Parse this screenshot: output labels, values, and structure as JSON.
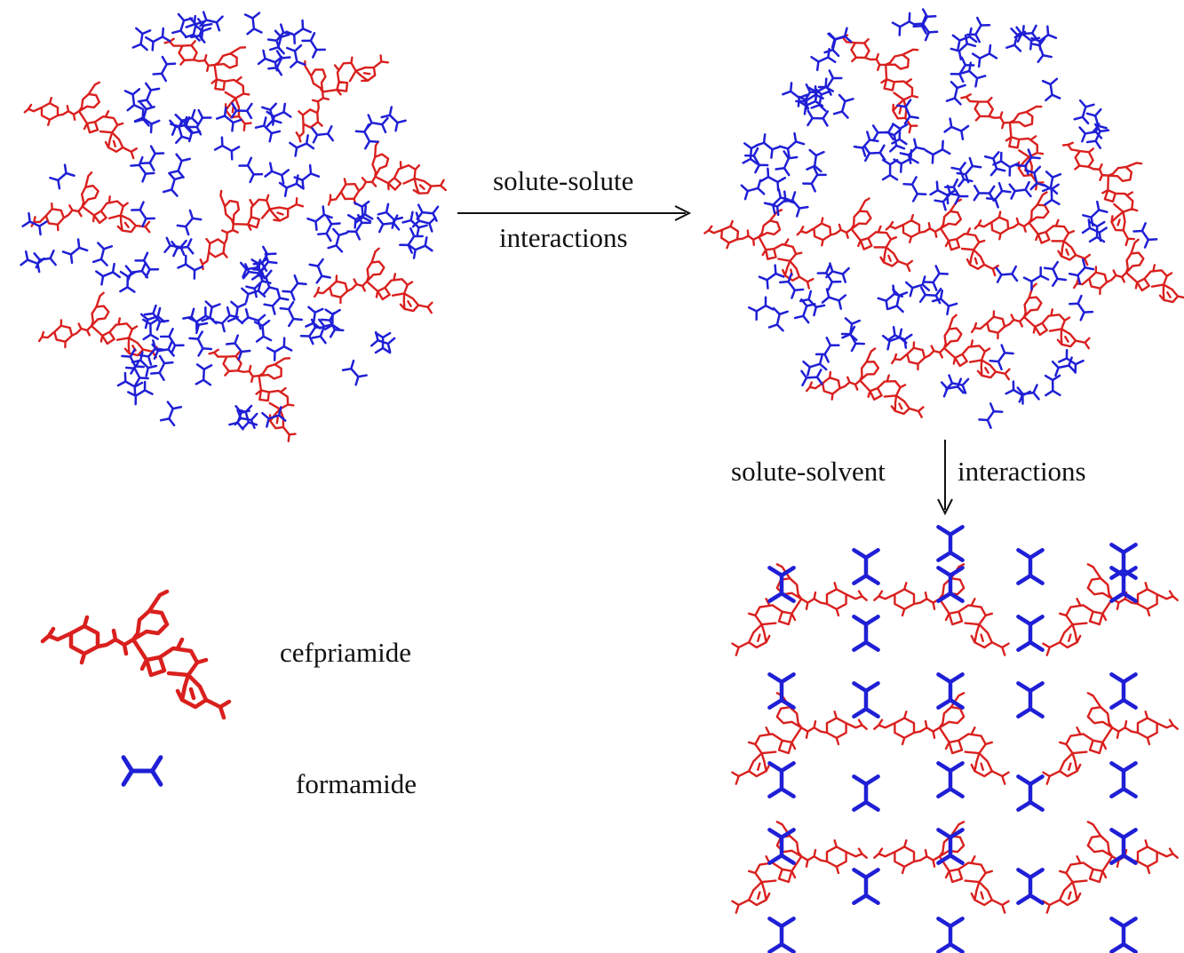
{
  "colors": {
    "solute": "#d9201e",
    "solvent": "#1f1fd6",
    "arrow": "#111111"
  },
  "arrows": {
    "step1": {
      "line1": "solute-solute",
      "line2": "interactions"
    },
    "step2": {
      "left": "solute-solvent",
      "right": "interactions"
    }
  },
  "legend": {
    "solute_label": "cefpriamide",
    "solvent_label": "formamide"
  }
}
